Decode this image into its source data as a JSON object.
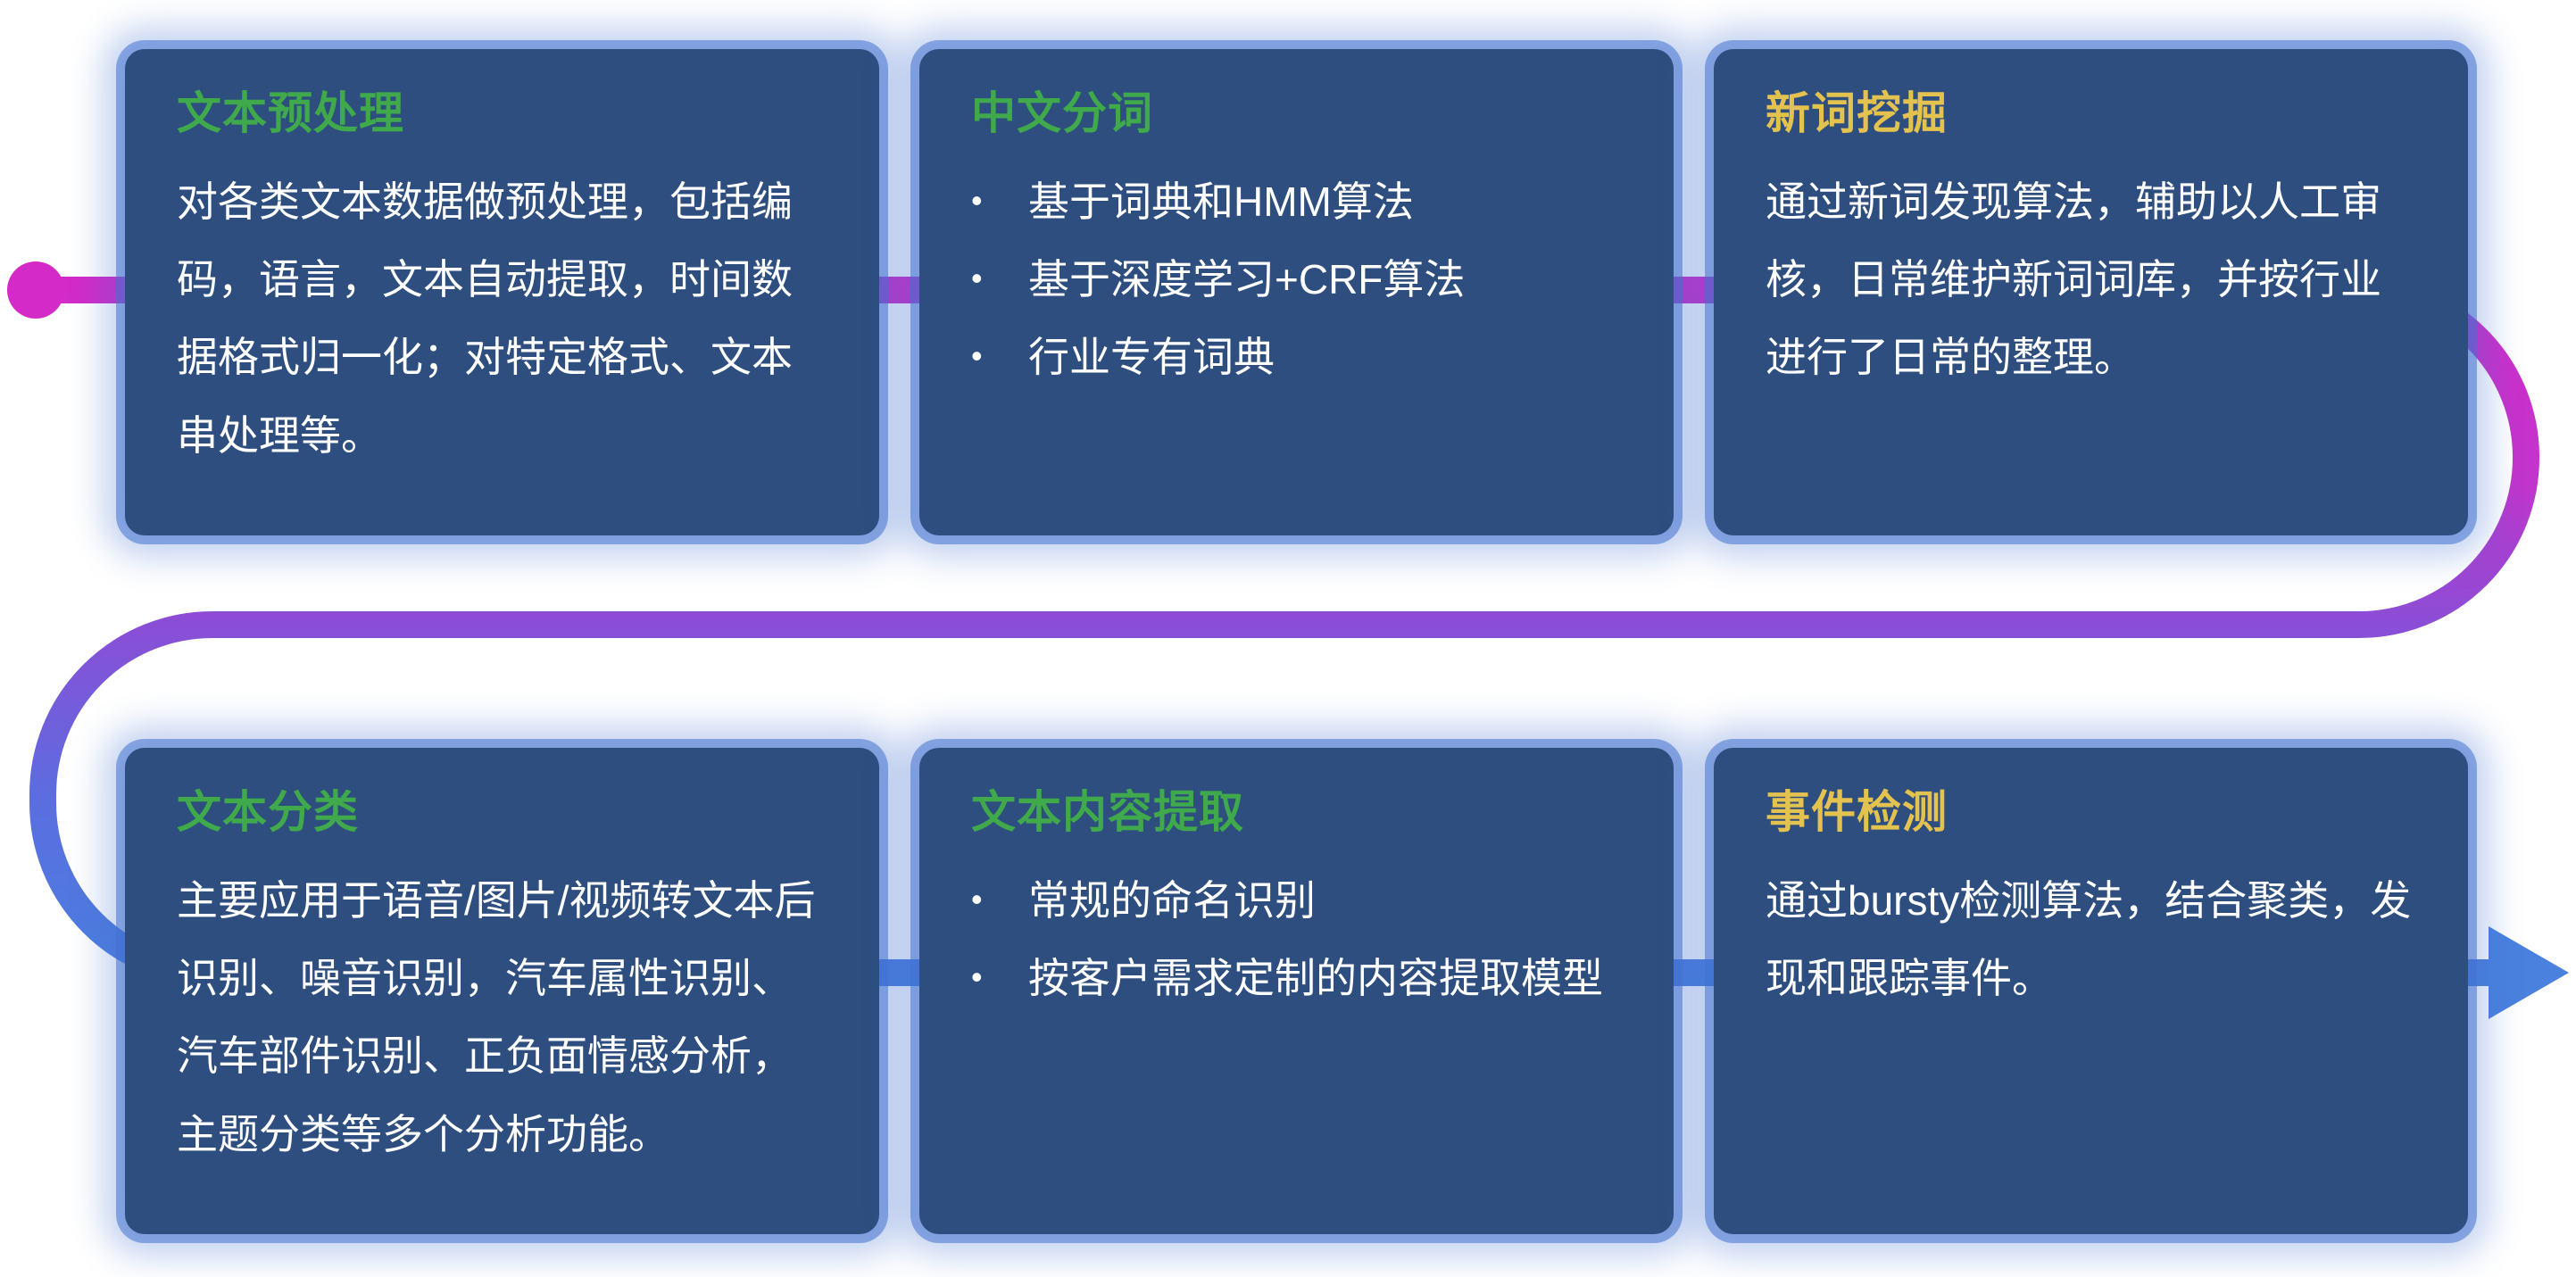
{
  "ui": {
    "bullet_char": "•"
  },
  "cards": [
    {
      "id": "text-preprocessing",
      "title": "文本预处理",
      "title_color": "#3fa94c",
      "body": "对各类文本数据做预处理，包括编码，语言，文本自动提取，时间数据格式归一化；对特定格式、文本串处理等。"
    },
    {
      "id": "chinese-word-segmentation",
      "title": "中文分词",
      "title_color": "#3fa94c",
      "bullets": [
        "基于词典和HMM算法",
        "基于深度学习+CRF算法",
        "行业专有词典"
      ]
    },
    {
      "id": "new-word-mining",
      "title": "新词挖掘",
      "title_color": "#e3c24f",
      "body": "通过新词发现算法，辅助以人工审核，日常维护新词词库，并按行业进行了日常的整理。"
    },
    {
      "id": "text-classification",
      "title": "文本分类",
      "title_color": "#3fa94c",
      "body": "主要应用于语音/图片/视频转文本后识别、噪音识别，汽车属性识别、汽车部件识别、正负面情感分析，主题分类等多个分析功能。"
    },
    {
      "id": "text-content-extraction",
      "title": "文本内容提取",
      "title_color": "#3fa94c",
      "bullets": [
        "常规的命名识别",
        "按客户需求定制的内容提取模型"
      ]
    },
    {
      "id": "event-detection",
      "title": "事件检测",
      "title_color": "#e3c24f",
      "body": "通过bursty检测算法，结合聚类，发现和跟踪事件。"
    }
  ],
  "colors": {
    "card_background": "#2d4e7e",
    "card_glow": "#4271cf",
    "title_green": "#3fa94c",
    "title_yellow": "#e3c24f",
    "body_text": "#ffffff",
    "flow_start_magenta": "#d42ac8",
    "flow_mid_purple": "#8a4ed6",
    "flow_end_blue": "#4a80de"
  }
}
